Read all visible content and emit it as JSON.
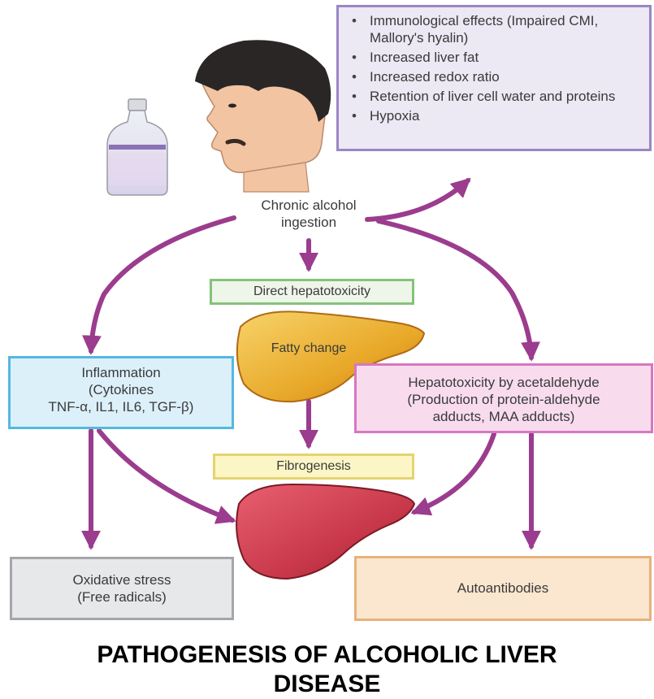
{
  "diagram": {
    "effects_box": {
      "items": [
        "Immunological effects (Impaired CMI, Mallory's hyalin)",
        "Increased liver fat",
        "Increased redox ratio",
        "Retention of liver cell water and proteins",
        "Hypoxia"
      ]
    },
    "trigger": {
      "line1": "Chronic alcohol",
      "line2": "ingestion"
    },
    "direct_hepatotoxicity": "Direct hepatotoxicity",
    "fatty_change": "Fatty change",
    "inflammation": {
      "line1": "Inflammation",
      "line2": "(Cytokines",
      "line3": "TNF-α, IL1, IL6, TGF-β)"
    },
    "acetaldehyde": {
      "line1": "Hepatotoxicity by acetaldehyde",
      "line2": "(Production of protein-aldehyde",
      "line3": "adducts, MAA adducts)"
    },
    "fibrogenesis": "Fibrogenesis",
    "oxidative_stress": {
      "line1": "Oxidative stress",
      "line2": "(Free radicals)"
    },
    "autoantibodies": "Autoantibodies",
    "caption": {
      "line1": "PATHOGENESIS OF ALCOHOLIC LIVER",
      "line2": "DISEASE"
    },
    "colors": {
      "arrow": "#9b3c8e",
      "effects_border": "#9a86c4",
      "direct_border": "#86c27a",
      "inflammation_border": "#55b8e0",
      "acetaldehyde_border": "#d776c1",
      "fibrogenesis_border": "#e4d470",
      "oxidative_border": "#a4a6aa",
      "autoantibodies_border": "#e7b27c",
      "fatty_liver": "#e8a828",
      "fibrotic_liver": "#c8384a"
    }
  }
}
